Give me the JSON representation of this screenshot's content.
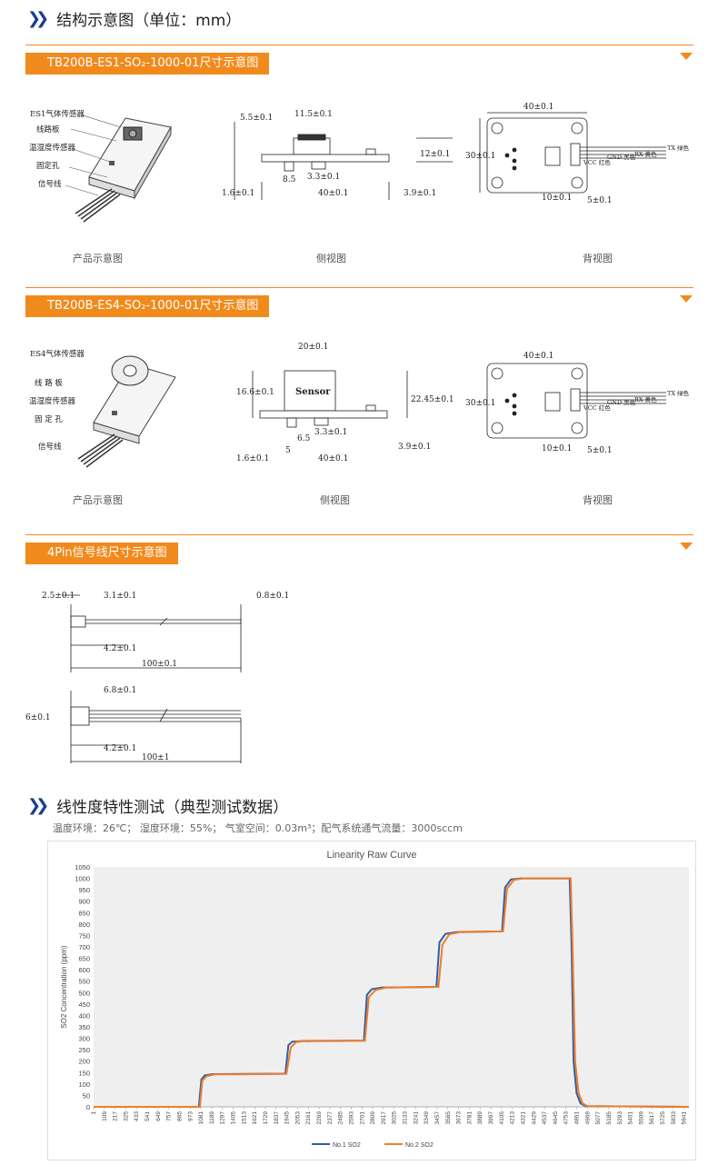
{
  "header": {
    "title": "结构示意图（单位：mm）"
  },
  "sections": [
    {
      "tag": "TB200B-ES1-SO₂-1000-01尺寸示意图",
      "captions": [
        "产品示意图",
        "侧视图",
        "背视图"
      ],
      "product_labels": [
        "ES1气体传感器",
        "线路板",
        "温湿度传感器",
        "固定孔",
        "信号线"
      ],
      "side_dims": [
        "5.5±0.1",
        "11.5±0.1",
        "12±0.1",
        "8.5",
        "3.3±0.1",
        "1.6±0.1",
        "40±0.1",
        "3.9±0.1"
      ],
      "back_dims": [
        "40±0.1",
        "30±0.1",
        "10±0.1",
        "5±0.1"
      ],
      "pins": [
        "TX 绿色",
        "RX 黄色",
        "GND 黑色",
        "VCC 红色"
      ]
    },
    {
      "tag": "TB200B-ES4-SO₂-1000-01尺寸示意图",
      "captions": [
        "产品示意图",
        "侧视图",
        "背视图"
      ],
      "product_labels": [
        "ES4气体传感器",
        "线 路 板",
        "温湿度传感器",
        "固 定 孔",
        "信号线"
      ],
      "side_dims": [
        "20±0.1",
        "16.6±0.1",
        "Sensor",
        "22.45±0.1",
        "6.5",
        "3.3±0.1",
        "5",
        "1.6±0.1",
        "40±0.1",
        "3.9±0.1"
      ],
      "back_dims": [
        "40±0.1",
        "30±0.1",
        "10±0.1",
        "5±0.1"
      ],
      "pins": [
        "TX 绿色",
        "RX 黄色",
        "GND 黑色",
        "VCC 红色"
      ]
    }
  ],
  "pin_section": {
    "tag": "4Pin信号线尺寸示意图",
    "dims_a": [
      "2.5±0.1",
      "3.1±0.1",
      "0.8±0.1",
      "4.2±0.1",
      "100±0.1"
    ],
    "dims_b": [
      "6.8±0.1",
      "6±0.1",
      "4.2±0.1",
      "100±1"
    ]
  },
  "linearity": {
    "title": "线性度特性测试（典型测试数据）",
    "conditions": "温度环境：26℃；  湿度环境：55%；  气室空间：0.03m³；配气系统通气流量：3000sccm"
  },
  "chart_data": {
    "type": "line",
    "title": "Linearity Raw Curve",
    "ylabel": "SO2 Concentration (ppm)",
    "xlabel": "",
    "ylim": [
      0,
      1050
    ],
    "yticks": [
      0,
      50,
      100,
      150,
      200,
      250,
      300,
      350,
      400,
      450,
      500,
      550,
      600,
      650,
      700,
      750,
      800,
      850,
      900,
      950,
      1000,
      1050
    ],
    "xticks": [
      1,
      109,
      217,
      325,
      433,
      541,
      649,
      757,
      865,
      973,
      1081,
      1189,
      1297,
      1405,
      1513,
      1621,
      1729,
      1837,
      1945,
      2053,
      2161,
      2269,
      2377,
      2485,
      2593,
      2701,
      2809,
      2917,
      3025,
      3133,
      3241,
      3349,
      3457,
      3565,
      3673,
      3781,
      3889,
      3997,
      4105,
      4213,
      4321,
      4429,
      4537,
      4645,
      4753,
      4861,
      4969,
      5077,
      5185,
      5293,
      5401,
      5509,
      5617,
      5725,
      5833,
      5941
    ],
    "xlim": [
      1,
      5990
    ],
    "grid": false,
    "legend": "bottom",
    "series": [
      {
        "name": "No.1 SO2",
        "color": "#2e5fa8",
        "points": [
          [
            1,
            0
          ],
          [
            1060,
            0
          ],
          [
            1085,
            120
          ],
          [
            1120,
            138
          ],
          [
            1200,
            143
          ],
          [
            1930,
            145
          ],
          [
            1960,
            270
          ],
          [
            2000,
            285
          ],
          [
            2100,
            288
          ],
          [
            2720,
            290
          ],
          [
            2750,
            490
          ],
          [
            2800,
            515
          ],
          [
            2900,
            522
          ],
          [
            3450,
            525
          ],
          [
            3480,
            720
          ],
          [
            3540,
            757
          ],
          [
            3650,
            765
          ],
          [
            4110,
            768
          ],
          [
            4140,
            960
          ],
          [
            4200,
            995
          ],
          [
            4300,
            1000
          ],
          [
            4790,
            1000
          ],
          [
            4810,
            700
          ],
          [
            4830,
            200
          ],
          [
            4860,
            60
          ],
          [
            4900,
            15
          ],
          [
            4950,
            3
          ],
          [
            5990,
            0
          ]
        ]
      },
      {
        "name": "No.2 SO2",
        "color": "#ef7d2a",
        "points": [
          [
            1,
            0
          ],
          [
            1070,
            0
          ],
          [
            1095,
            115
          ],
          [
            1140,
            135
          ],
          [
            1220,
            142
          ],
          [
            1940,
            144
          ],
          [
            1985,
            260
          ],
          [
            2040,
            284
          ],
          [
            2140,
            289
          ],
          [
            2730,
            289
          ],
          [
            2770,
            480
          ],
          [
            2840,
            512
          ],
          [
            2950,
            522
          ],
          [
            3470,
            525
          ],
          [
            3510,
            710
          ],
          [
            3580,
            755
          ],
          [
            3700,
            766
          ],
          [
            4120,
            768
          ],
          [
            4160,
            955
          ],
          [
            4230,
            993
          ],
          [
            4320,
            1000
          ],
          [
            4800,
            1000
          ],
          [
            4820,
            700
          ],
          [
            4845,
            200
          ],
          [
            4880,
            60
          ],
          [
            4920,
            15
          ],
          [
            4970,
            3
          ],
          [
            5990,
            0
          ]
        ]
      }
    ]
  }
}
